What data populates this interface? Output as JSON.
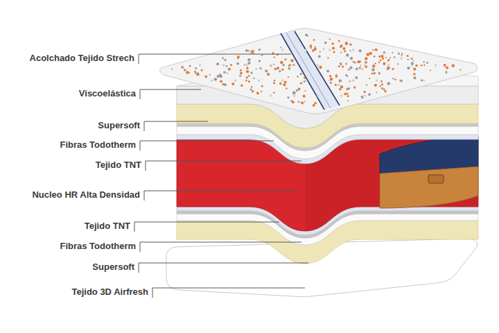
{
  "diagram": {
    "labels": [
      "Acolchado Tejido Strech",
      "Viscoelástica",
      "Supersoft",
      "Fibras Todotherm",
      "Tejido TNT",
      "Nucleo HR Alta Densidad",
      "Tejido TNT",
      "Fibras Todotherm",
      "Supersoft",
      "Tejido 3D Airfresh"
    ]
  }
}
